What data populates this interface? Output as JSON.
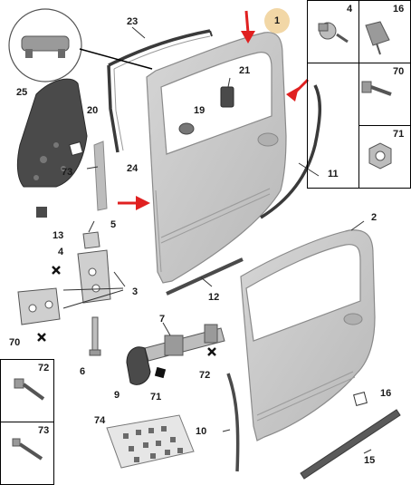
{
  "callouts": {
    "p1": "1",
    "p2": "2",
    "p3a": "3",
    "p3b": "3",
    "p4": "4",
    "p5": "5",
    "p6": "6",
    "p7": "7",
    "p9": "9",
    "p10": "10",
    "p11": "11",
    "p12": "12",
    "p13": "13",
    "p15": "15",
    "p16": "16",
    "p19": "19",
    "p20": "20",
    "p21": "21",
    "p23": "23",
    "p24": "24",
    "p25": "25",
    "p70": "70",
    "p71": "71",
    "p72": "72",
    "p73": "73",
    "p74": "74"
  },
  "panel_right": {
    "b4": "4",
    "b16": "16",
    "b70": "70",
    "b71": "71"
  },
  "panel_left": {
    "b72": "72",
    "b73": "73"
  },
  "colors": {
    "door_fill": "#c9c9c9",
    "door_edge": "#8a8a8a",
    "dark_part": "#3a3a3a",
    "arrow": "#e02020",
    "highlight": "#f2d7a6"
  }
}
